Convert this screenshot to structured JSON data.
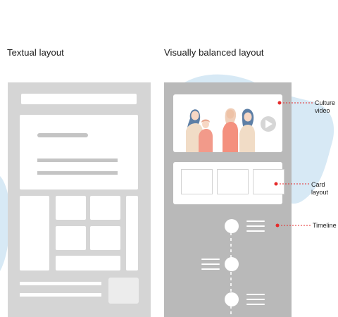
{
  "headings": {
    "left": "Textual layout",
    "right": "Visually balanced layout"
  },
  "annotations": {
    "culture": {
      "line1": "Culture",
      "line2": "video"
    },
    "card": {
      "line1": "Card",
      "line2": "layout"
    },
    "timeline": {
      "line1": "Timeline"
    }
  },
  "colors": {
    "annotation": "#e52b2b",
    "blob": "#d7e9f5",
    "panel_left": "#d5d5d5",
    "panel_right": "#b9b9b9"
  },
  "icons": {
    "play": "play-icon",
    "menu": "hamburger-icon"
  }
}
